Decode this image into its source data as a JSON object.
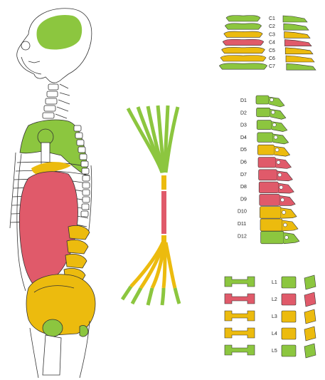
{
  "colors": {
    "green": "#8cc63f",
    "yellow": "#ecbb0e",
    "red": "#e05a6a",
    "outline": "#333333"
  },
  "cervical": {
    "labels": [
      "C1",
      "C2",
      "C3",
      "C4",
      "C5",
      "C6",
      "C7"
    ],
    "colors": [
      "green",
      "green",
      "yellow",
      "red",
      "yellow",
      "yellow",
      "green"
    ]
  },
  "thoracic": {
    "labels": [
      "D1",
      "D2",
      "D3",
      "D4",
      "D5",
      "D6",
      "D7",
      "D8",
      "D9",
      "D10",
      "D11",
      "D12"
    ],
    "colors": [
      "green",
      "green",
      "green",
      "green",
      "yellow",
      "red",
      "red",
      "red",
      "red",
      "yellow",
      "yellow",
      "green"
    ]
  },
  "lumbar": {
    "labels": [
      "L1",
      "L2",
      "L3",
      "L4",
      "L5"
    ],
    "colors": [
      "green",
      "red",
      "yellow",
      "yellow",
      "green"
    ]
  },
  "fan": {
    "segments": [
      "green",
      "yellow",
      "red",
      "yellow",
      "green"
    ]
  }
}
